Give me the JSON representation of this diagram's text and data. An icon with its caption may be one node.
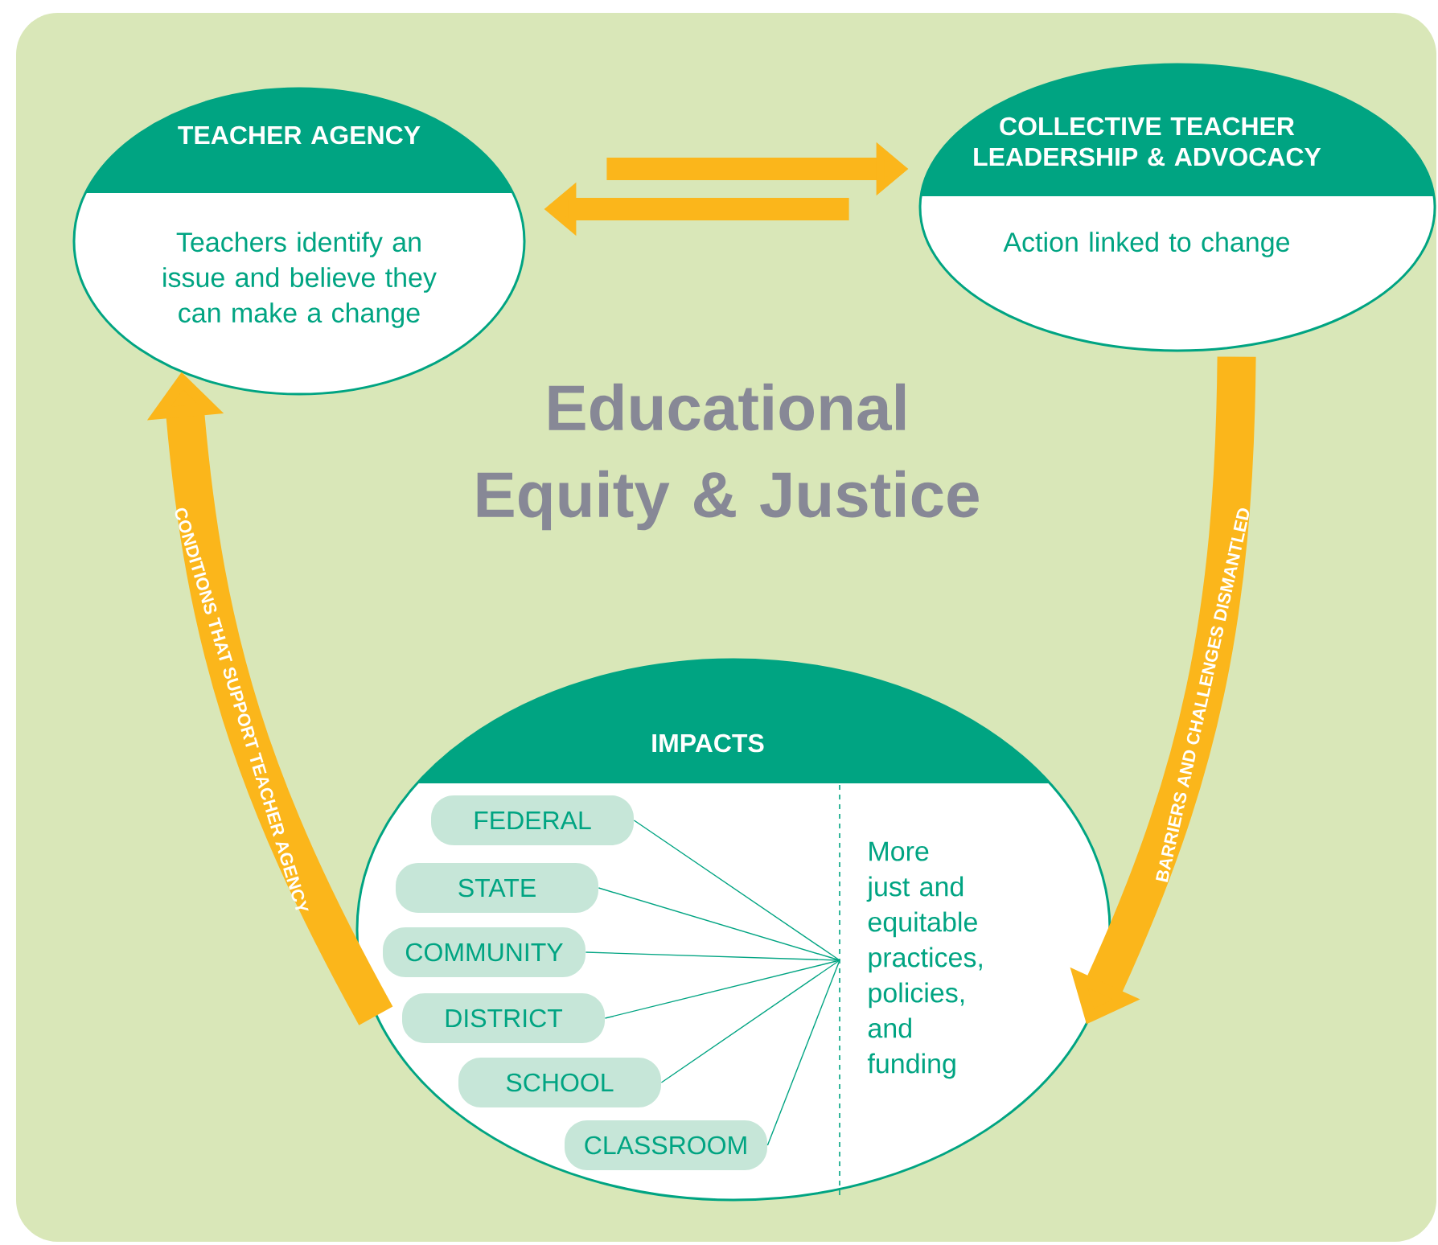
{
  "diagram": {
    "title": "Educational Equity & Justice",
    "nodes": [
      {
        "text": [
          "TEACHER AGENCY",
          "Teachers identify an issue and believe they can make a change"
        ]
      },
      {
        "text": [
          "COLLECTIVE TEACHER LEADERSHIP & ADVOCACY",
          "Action linked to change"
        ]
      },
      {
        "text": [
          "IMPACTS"
        ]
      },
      {
        "text": [
          "FEDERAL"
        ],
        "in": 2
      },
      {
        "text": [
          "STATE"
        ],
        "in": 2
      },
      {
        "text": [
          "COMMUNITY"
        ],
        "in": 2
      },
      {
        "text": [
          "DISTRICT"
        ],
        "in": 2
      },
      {
        "text": [
          "SCHOOL"
        ],
        "in": 2
      },
      {
        "text": [
          "CLASSROOM"
        ],
        "in": 2
      },
      {
        "text": [
          "More just and equitable practices, policies, and funding"
        ],
        "in": 2
      }
    ],
    "edges": [
      {
        "from": 0,
        "to": 1,
        "arrow": "to",
        "style": "thick",
        "color": "#fbb61b"
      },
      {
        "from": 1,
        "to": 0,
        "arrow": "to",
        "style": "thick",
        "color": "#fbb61b"
      },
      {
        "from": 1,
        "to": 2,
        "arrow": "to",
        "label": "BARRIERS AND CHALLENGES DISMANTLED",
        "style": "thick",
        "color": "#fbb61b"
      },
      {
        "from": 2,
        "to": 0,
        "arrow": "to",
        "label": "CONDITIONS THAT SUPPORT TEACHER AGENCY",
        "style": "thick",
        "color": "#fbb61b"
      },
      {
        "from": 3,
        "to": 9,
        "arrow": "none"
      },
      {
        "from": 4,
        "to": 9,
        "arrow": "none"
      },
      {
        "from": 5,
        "to": 9,
        "arrow": "none"
      },
      {
        "from": 6,
        "to": 9,
        "arrow": "none"
      },
      {
        "from": 7,
        "to": 9,
        "arrow": "none"
      },
      {
        "from": 8,
        "to": 9,
        "arrow": "none"
      }
    ]
  }
}
